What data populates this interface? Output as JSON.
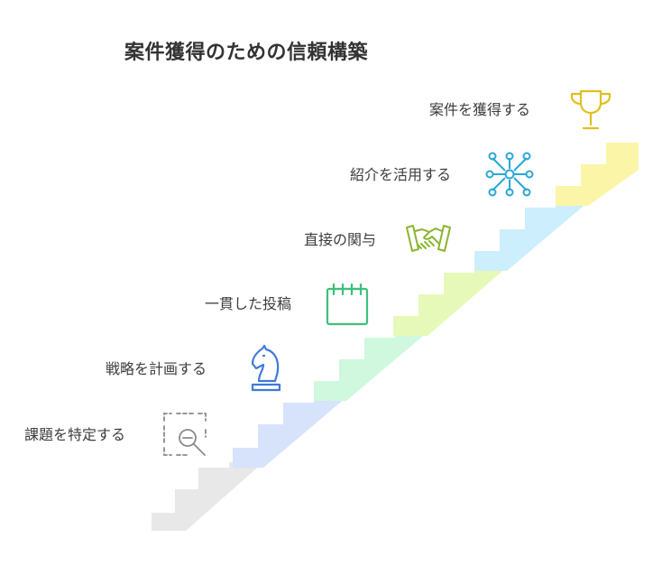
{
  "title": "案件獲得のための信頼構築",
  "steps": [
    {
      "label": "案件を獲得する",
      "icon": "trophy-icon",
      "color": "#fbf5a8",
      "icon_color": "#e0bf1f"
    },
    {
      "label": "紹介を活用する",
      "icon": "network-icon",
      "color": "#cdeefc",
      "icon_color": "#2aa7d8"
    },
    {
      "label": "直接の関与",
      "icon": "handshake-icon",
      "color": "#e6f9b8",
      "icon_color": "#8ab52e"
    },
    {
      "label": "一貫した投稿",
      "icon": "calendar-icon",
      "color": "#cff8de",
      "icon_color": "#3fbf7a"
    },
    {
      "label": "戦略を計画する",
      "icon": "chess-knight-icon",
      "color": "#d6e3fb",
      "icon_color": "#3f7ad8"
    },
    {
      "label": "課題を特定する",
      "icon": "zoom-out-icon",
      "color": "#e8e8e8",
      "icon_color": "#8a8a8a"
    }
  ]
}
